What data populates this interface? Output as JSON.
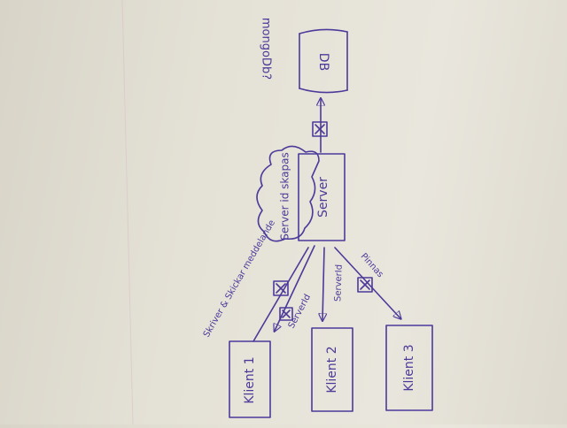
{
  "colors": {
    "ink": "#4b3a9a",
    "paper": "#e6e3da",
    "margin_line": "#d9b9c4"
  },
  "nodes": {
    "db": "DB",
    "db_caption": "mongoDb?",
    "server": "Server",
    "server_cloud": "Server id skapas",
    "klient1": "Klient 1",
    "klient2": "Klient 2",
    "klient3": "Klient 3"
  },
  "edge_labels": {
    "skriver": "Skriver & Skickar meddelande",
    "serverid_1": "ServerId",
    "serverid_2": "ServerId",
    "pinnas": "Pinnas"
  }
}
